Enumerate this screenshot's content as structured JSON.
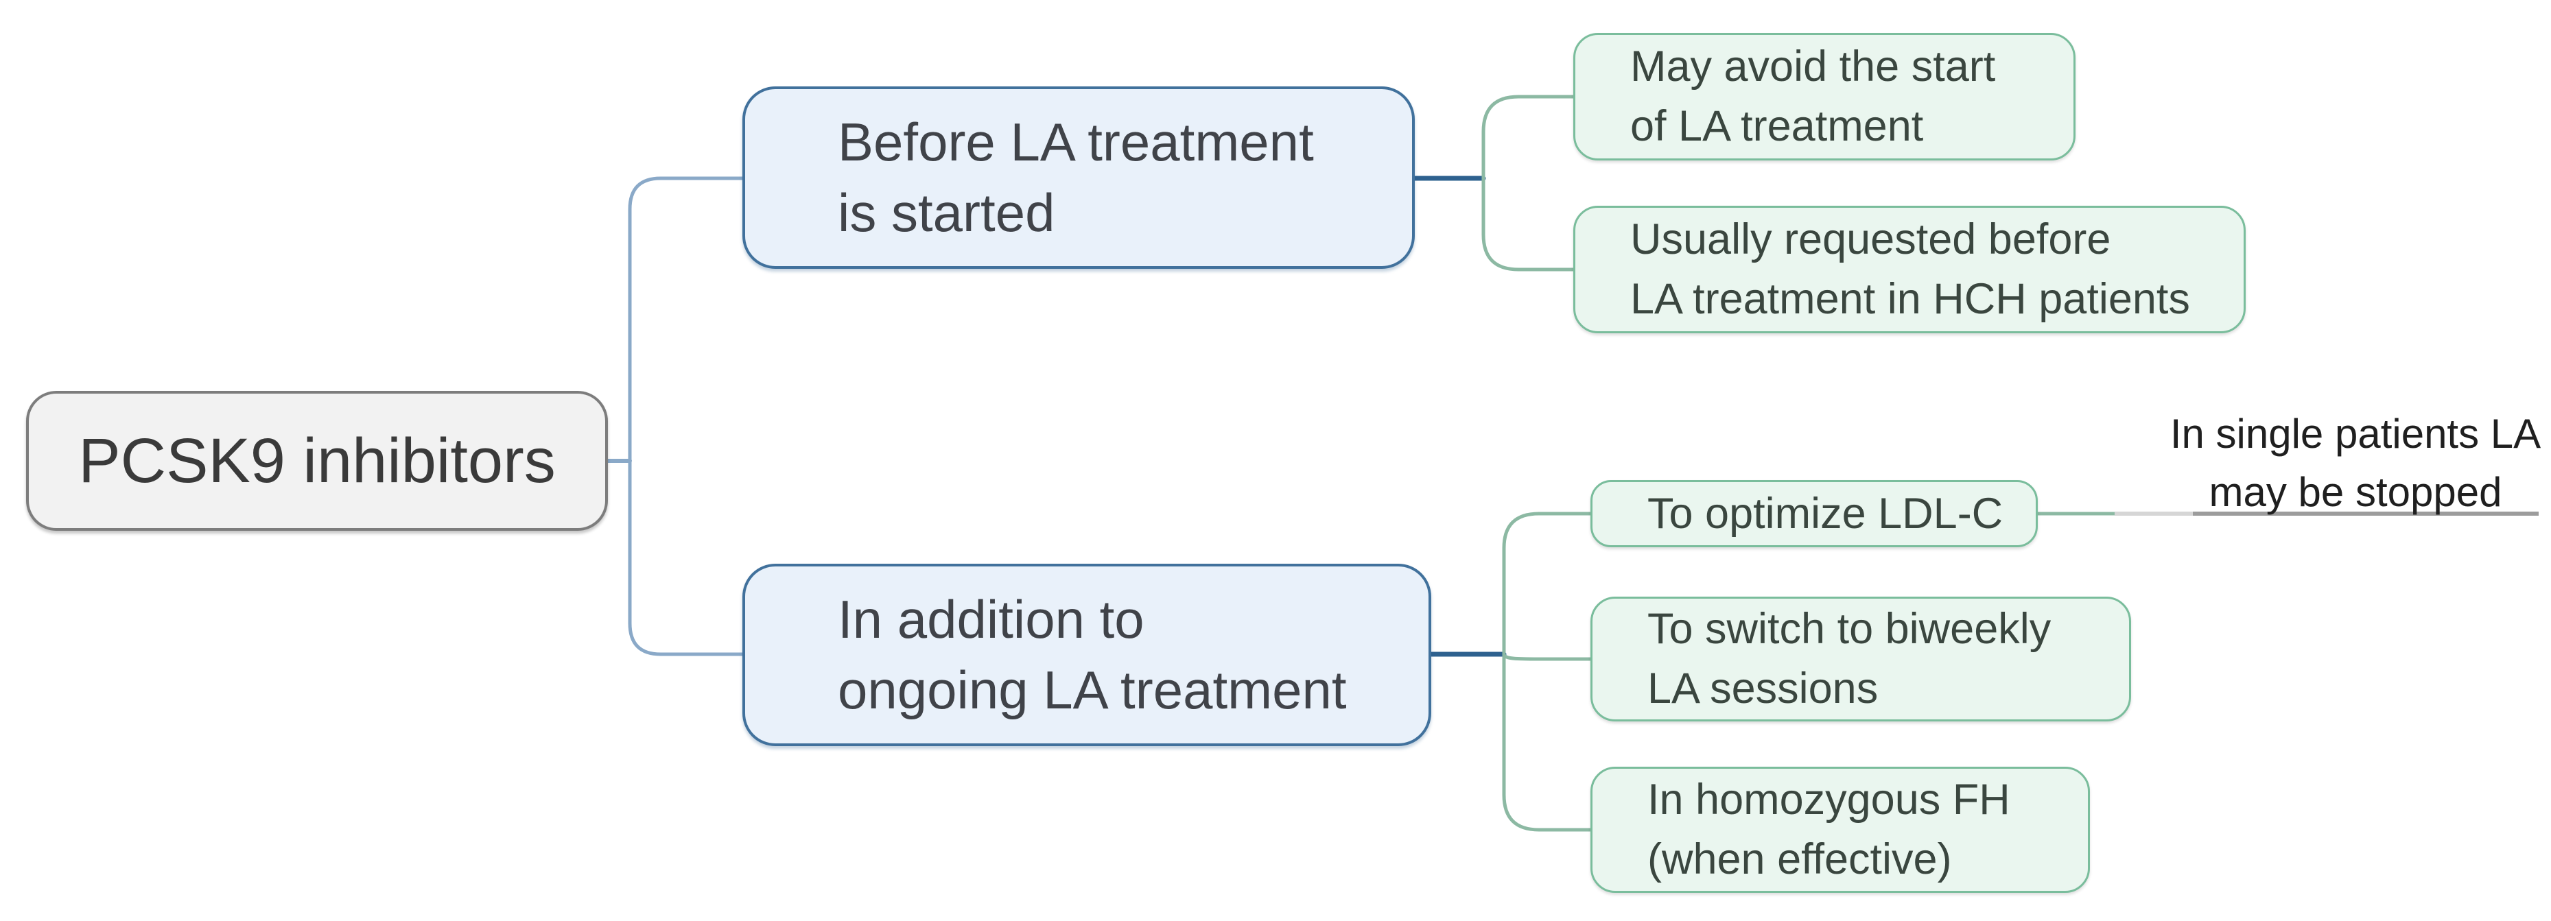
{
  "root": {
    "label": "PCSK9 inhibitors"
  },
  "branches": [
    {
      "lines": [
        "Before LA treatment",
        "is started"
      ],
      "children": [
        {
          "lines": [
            "May avoid the start",
            "of LA treatment"
          ]
        },
        {
          "lines": [
            "Usually requested before",
            "LA treatment in HCH patients"
          ]
        }
      ]
    },
    {
      "lines": [
        "In addition to",
        "ongoing LA treatment"
      ],
      "children": [
        {
          "lines": [
            "To optimize LDL-C"
          ]
        },
        {
          "lines": [
            "To switch to biweekly",
            "LA sessions"
          ]
        },
        {
          "lines": [
            "In homozygous FH",
            "(when effective)"
          ]
        }
      ]
    }
  ],
  "annotation": {
    "lines": [
      "In single patients",
      "LA may be stopped"
    ]
  },
  "colors": {
    "root_fill": "#f2f2f2",
    "root_border": "#7d7d7d",
    "branch_fill": "#e9f1fa",
    "branch_border": "#41719c",
    "leaf_fill": "#eaf6ef",
    "leaf_border": "#7abd9c",
    "connector_trunk_blue": "#8aa9c8",
    "connector_stub_blue": "#2e618f",
    "connector_green": "#8cb9a3",
    "connector_gray": "#9c9c9c",
    "connector_gray_light": "#d6d6d6"
  }
}
